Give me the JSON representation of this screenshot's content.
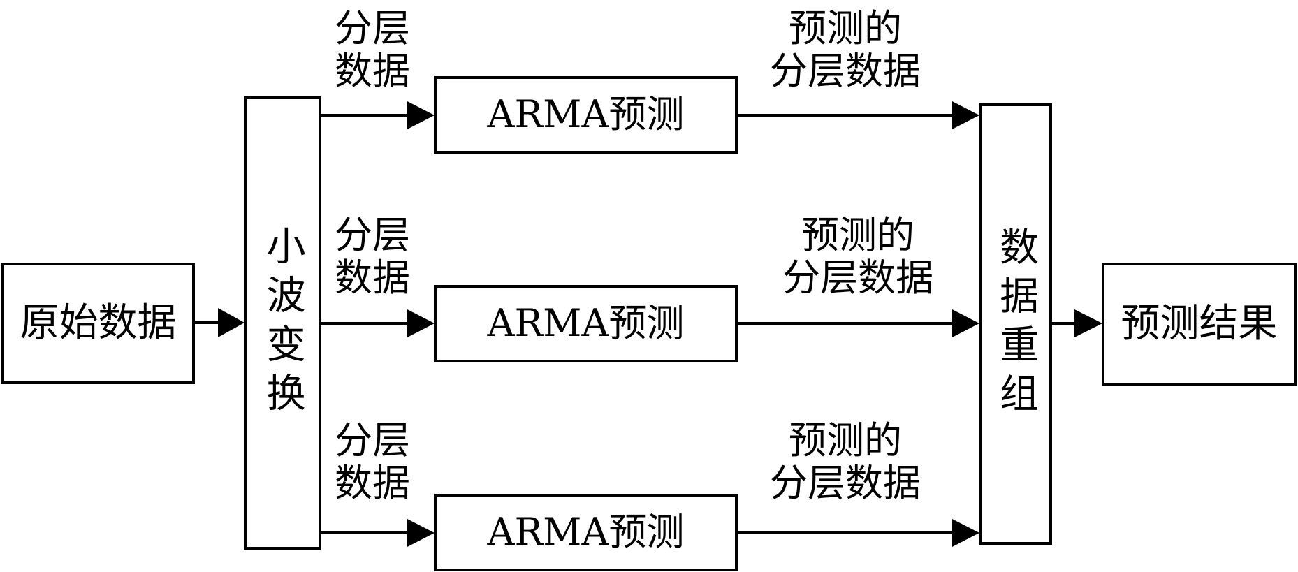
{
  "diagram": {
    "source_box": "原始数据",
    "transform_box": "小波变换",
    "branches": [
      {
        "input_line1": "分层",
        "input_line2": "数据",
        "model": "ARMA预测",
        "output_line1": "预测的",
        "output_line2": "分层数据"
      },
      {
        "input_line1": "分层",
        "input_line2": "数据",
        "model": "ARMA预测",
        "output_line1": "预测的",
        "output_line2": "分层数据"
      },
      {
        "input_line1": "分层",
        "input_line2": "数据",
        "model": "ARMA预测",
        "output_line1": "预测的",
        "output_line2": "分层数据"
      }
    ],
    "recombine_box": "数据重组",
    "result_box": "预测结果"
  }
}
